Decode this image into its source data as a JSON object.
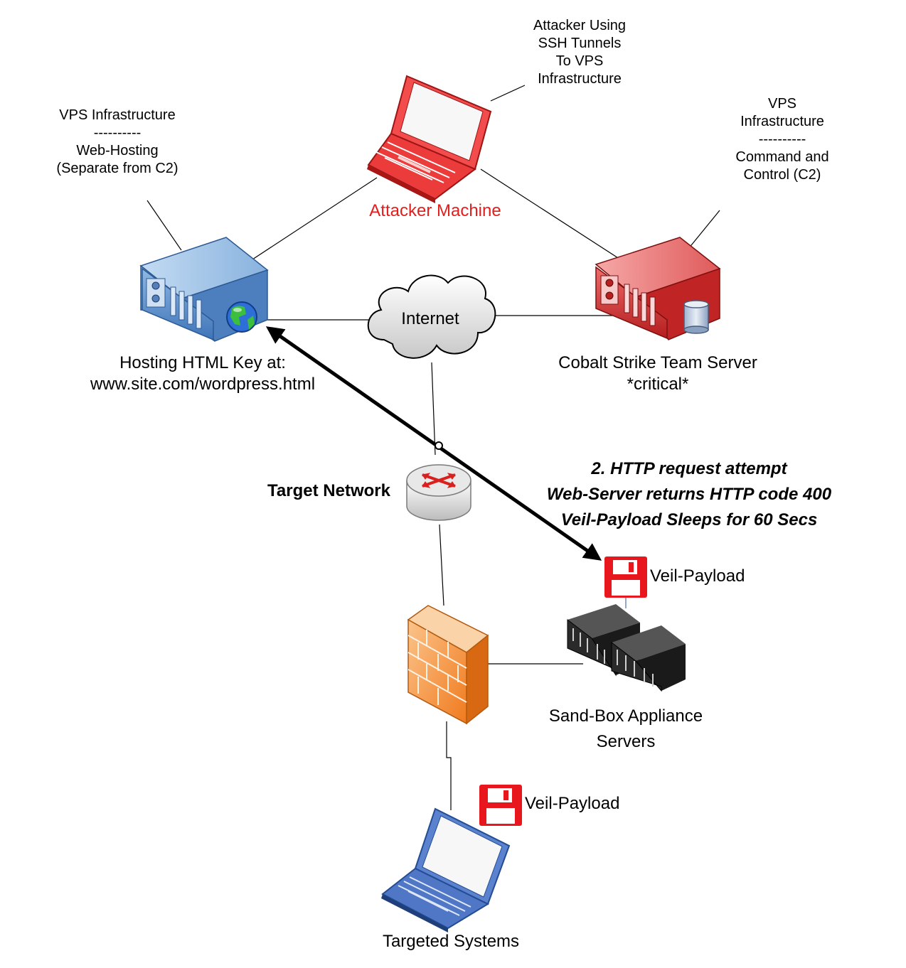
{
  "labels": {
    "attacker_note": [
      "Attacker Using",
      "SSH Tunnels",
      "To VPS",
      "Infrastructure"
    ],
    "attacker_machine": "Attacker Machine",
    "vps_web_note": [
      "VPS Infrastructure",
      "----------",
      "Web-Hosting",
      "(Separate from C2)"
    ],
    "vps_c2_note": [
      "VPS",
      "Infrastructure",
      "----------",
      "Command and",
      "Control (C2)"
    ],
    "internet": "Internet",
    "hosting_server": [
      "Hosting HTML Key at:",
      "www.site.com/wordpress.html"
    ],
    "c2_server": [
      "Cobalt Strike Team Server",
      "*critical*"
    ],
    "target_network": "Target Network",
    "http_callout": [
      "2. HTTP request attempt",
      "Web-Server returns HTTP code 400",
      "Veil-Payload Sleeps for 60 Secs"
    ],
    "payload_sandbox": "Veil-Payload",
    "sandbox": [
      "Sand-Box Appliance",
      "Servers"
    ],
    "payload_target": "Veil-Payload",
    "targeted_systems": "Targeted Systems"
  },
  "colors": {
    "attacker": "#e0201e",
    "web_server": "#4f86c6",
    "c2_server": "#d42a2a",
    "firewall": "#f08a2c",
    "target_laptop": "#4a73c4"
  }
}
